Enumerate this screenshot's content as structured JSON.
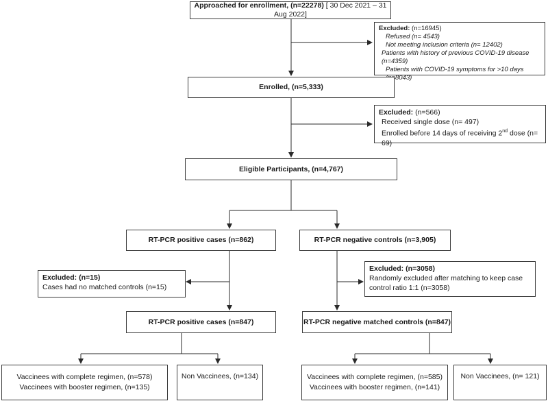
{
  "approached": {
    "label": "Approached for enrollment, (n=22278)",
    "dates": "[ 30 Dec 2021 – 31 Aug 2022]"
  },
  "excluded1": {
    "title": "Excluded:",
    "count": "(n=16945)",
    "items": [
      "Refused (n= 4543)",
      "Not meeting inclusion criteria (n= 12402)",
      "Patients with history of previous COVID-19 disease (n=4359)",
      "Patients with COVID-19 symptoms for >10 days (n=8043)"
    ]
  },
  "enrolled": {
    "label": "Enrolled, (n=5,333)"
  },
  "excluded2": {
    "title": "Excluded:",
    "count": "(n=566)",
    "item1": "Received single dose (n= 497)",
    "item2_pre": "Enrolled before 14 days of receiving 2",
    "item2_sup": "nd",
    "item2_post": " dose (n= 69)"
  },
  "eligible": {
    "label": "Eligible Participants, (n=4,767)"
  },
  "positive": {
    "label": "RT-PCR positive cases (n=862)"
  },
  "negative": {
    "label": "RT-PCR negative controls (n=3,905)"
  },
  "excluded3": {
    "title": "Excluded: (n=15)",
    "text": "Cases had no matched controls (n=15)"
  },
  "excluded4": {
    "title": "Excluded: (n=3058)",
    "text": "Randomly excluded after matching to keep case control ratio 1:1 (n=3058)"
  },
  "positive_matched": {
    "label": "RT-PCR positive cases (n=847)"
  },
  "negative_matched": {
    "label": "RT-PCR negative matched controls (n=847)"
  },
  "pos_vaccinees": {
    "line1": "Vaccinees with complete regimen, (n=578)",
    "line2": "Vaccinees with booster regimen, (n=135)"
  },
  "pos_non": {
    "label": "Non Vaccinees, (n=134)"
  },
  "neg_vaccinees": {
    "line1": "Vaccinees with complete regimen, (n=585)",
    "line2": "Vaccinees with booster regimen, (n=141)"
  },
  "neg_non": {
    "label": "Non Vaccinees, (n= 121)"
  }
}
